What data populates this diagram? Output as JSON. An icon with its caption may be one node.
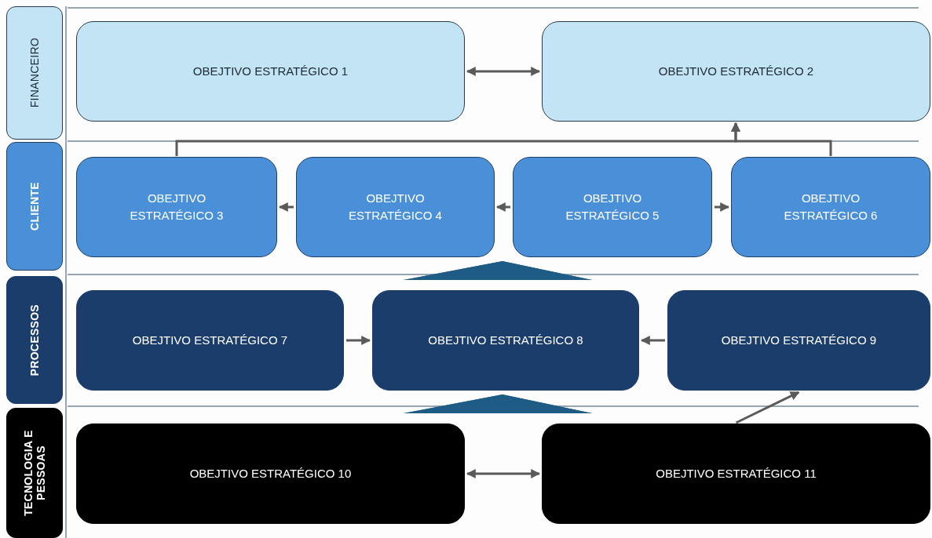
{
  "diagram": {
    "nodes": [
      {
        "text": [
          "FINANCEIRO"
        ]
      },
      {
        "text": [
          "OBEJTIVO ESTRATÉGICO 1"
        ]
      },
      {
        "text": [
          "OBEJTIVO ESTRATÉGICO 2"
        ]
      },
      {
        "text": [
          "CLIENTE"
        ]
      },
      {
        "text": [
          "OBEJTIVO ESTRATÉGICO 3"
        ]
      },
      {
        "text": [
          "OBEJTIVO ESTRATÉGICO 4"
        ]
      },
      {
        "text": [
          "OBEJTIVO ESTRATÉGICO 5"
        ]
      },
      {
        "text": [
          "OBEJTIVO ESTRATÉGICO 6"
        ]
      },
      {
        "text": [
          "PROCESSOS"
        ]
      },
      {
        "text": [
          "OBEJTIVO ESTRATÉGICO 7"
        ]
      },
      {
        "text": [
          "OBEJTIVO ESTRATÉGICO 8"
        ]
      },
      {
        "text": [
          "OBEJTIVO ESTRATÉGICO 9"
        ]
      },
      {
        "text": [
          "TECNOLOGIA E PESSOAS"
        ]
      },
      {
        "text": [
          "OBEJTIVO ESTRATÉGICO 10"
        ]
      },
      {
        "text": [
          "OBEJTIVO ESTRATÉGICO 11"
        ]
      }
    ],
    "edges": [
      {
        "from": 1,
        "to": 2,
        "arrow": "both"
      },
      {
        "from": 4,
        "to": 2,
        "arrow": "to"
      },
      {
        "from": 7,
        "to": 2,
        "arrow": "to"
      },
      {
        "from": 5,
        "to": 4,
        "arrow": "to"
      },
      {
        "from": 6,
        "to": 5,
        "arrow": "to"
      },
      {
        "from": 6,
        "to": 7,
        "arrow": "to"
      },
      {
        "from": 9,
        "to": 10,
        "arrow": "to"
      },
      {
        "from": 11,
        "to": 10,
        "arrow": "to"
      },
      {
        "from": 14,
        "to": 11,
        "arrow": "to"
      },
      {
        "from": 13,
        "to": 14,
        "arrow": "both"
      },
      {
        "from": 10,
        "to": 5,
        "arrow": "none",
        "style": "thick",
        "color": "#1e5c86"
      },
      {
        "from": 10,
        "to": 6,
        "arrow": "none",
        "style": "thick",
        "color": "#1e5c86"
      },
      {
        "from": 13,
        "to": 10,
        "arrow": "none",
        "style": "thick",
        "color": "#1e5c86"
      },
      {
        "from": 14,
        "to": 10,
        "arrow": "none",
        "style": "thick",
        "color": "#1e5c86"
      }
    ]
  }
}
